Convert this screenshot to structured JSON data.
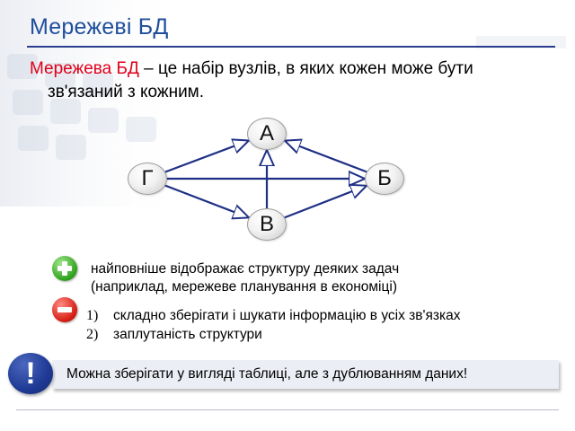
{
  "title": "Мережеві БД",
  "definition": {
    "term": "Мережева БД",
    "text_line1": " – це набір вузлів, в яких кожен може бути",
    "text_line2": "зв'язаний з кожним."
  },
  "graph": {
    "nodes": [
      {
        "id": "A",
        "label": "А"
      },
      {
        "id": "B",
        "label": "Б"
      },
      {
        "id": "V",
        "label": "В"
      },
      {
        "id": "G",
        "label": "Г"
      }
    ],
    "edges": [
      {
        "from": "G",
        "to": "A"
      },
      {
        "from": "G",
        "to": "B"
      },
      {
        "from": "G",
        "to": "V"
      },
      {
        "from": "V",
        "to": "A"
      },
      {
        "from": "V",
        "to": "B"
      },
      {
        "from": "B",
        "to": "A"
      }
    ]
  },
  "advantages": {
    "icon": "plus-icon",
    "line1": "найповніше відображає структуру деяких задач",
    "line2": "(наприклад, мережеве планування в економіці)"
  },
  "disadvantages": {
    "icon": "minus-icon",
    "items": [
      {
        "num": "1)",
        "text": "складно зберігати і шукати інформацію в усіх зв'язках"
      },
      {
        "num": "2)",
        "text": "заплутаність структури"
      }
    ]
  },
  "note": {
    "icon": "exclamation-icon",
    "mark": "!",
    "text": "Можна зберігати у вигляді таблиці, але з дублюванням даних!"
  },
  "colors": {
    "title": "#1f4e9c",
    "term": "#e0001a",
    "edge": "#1f2f86"
  }
}
